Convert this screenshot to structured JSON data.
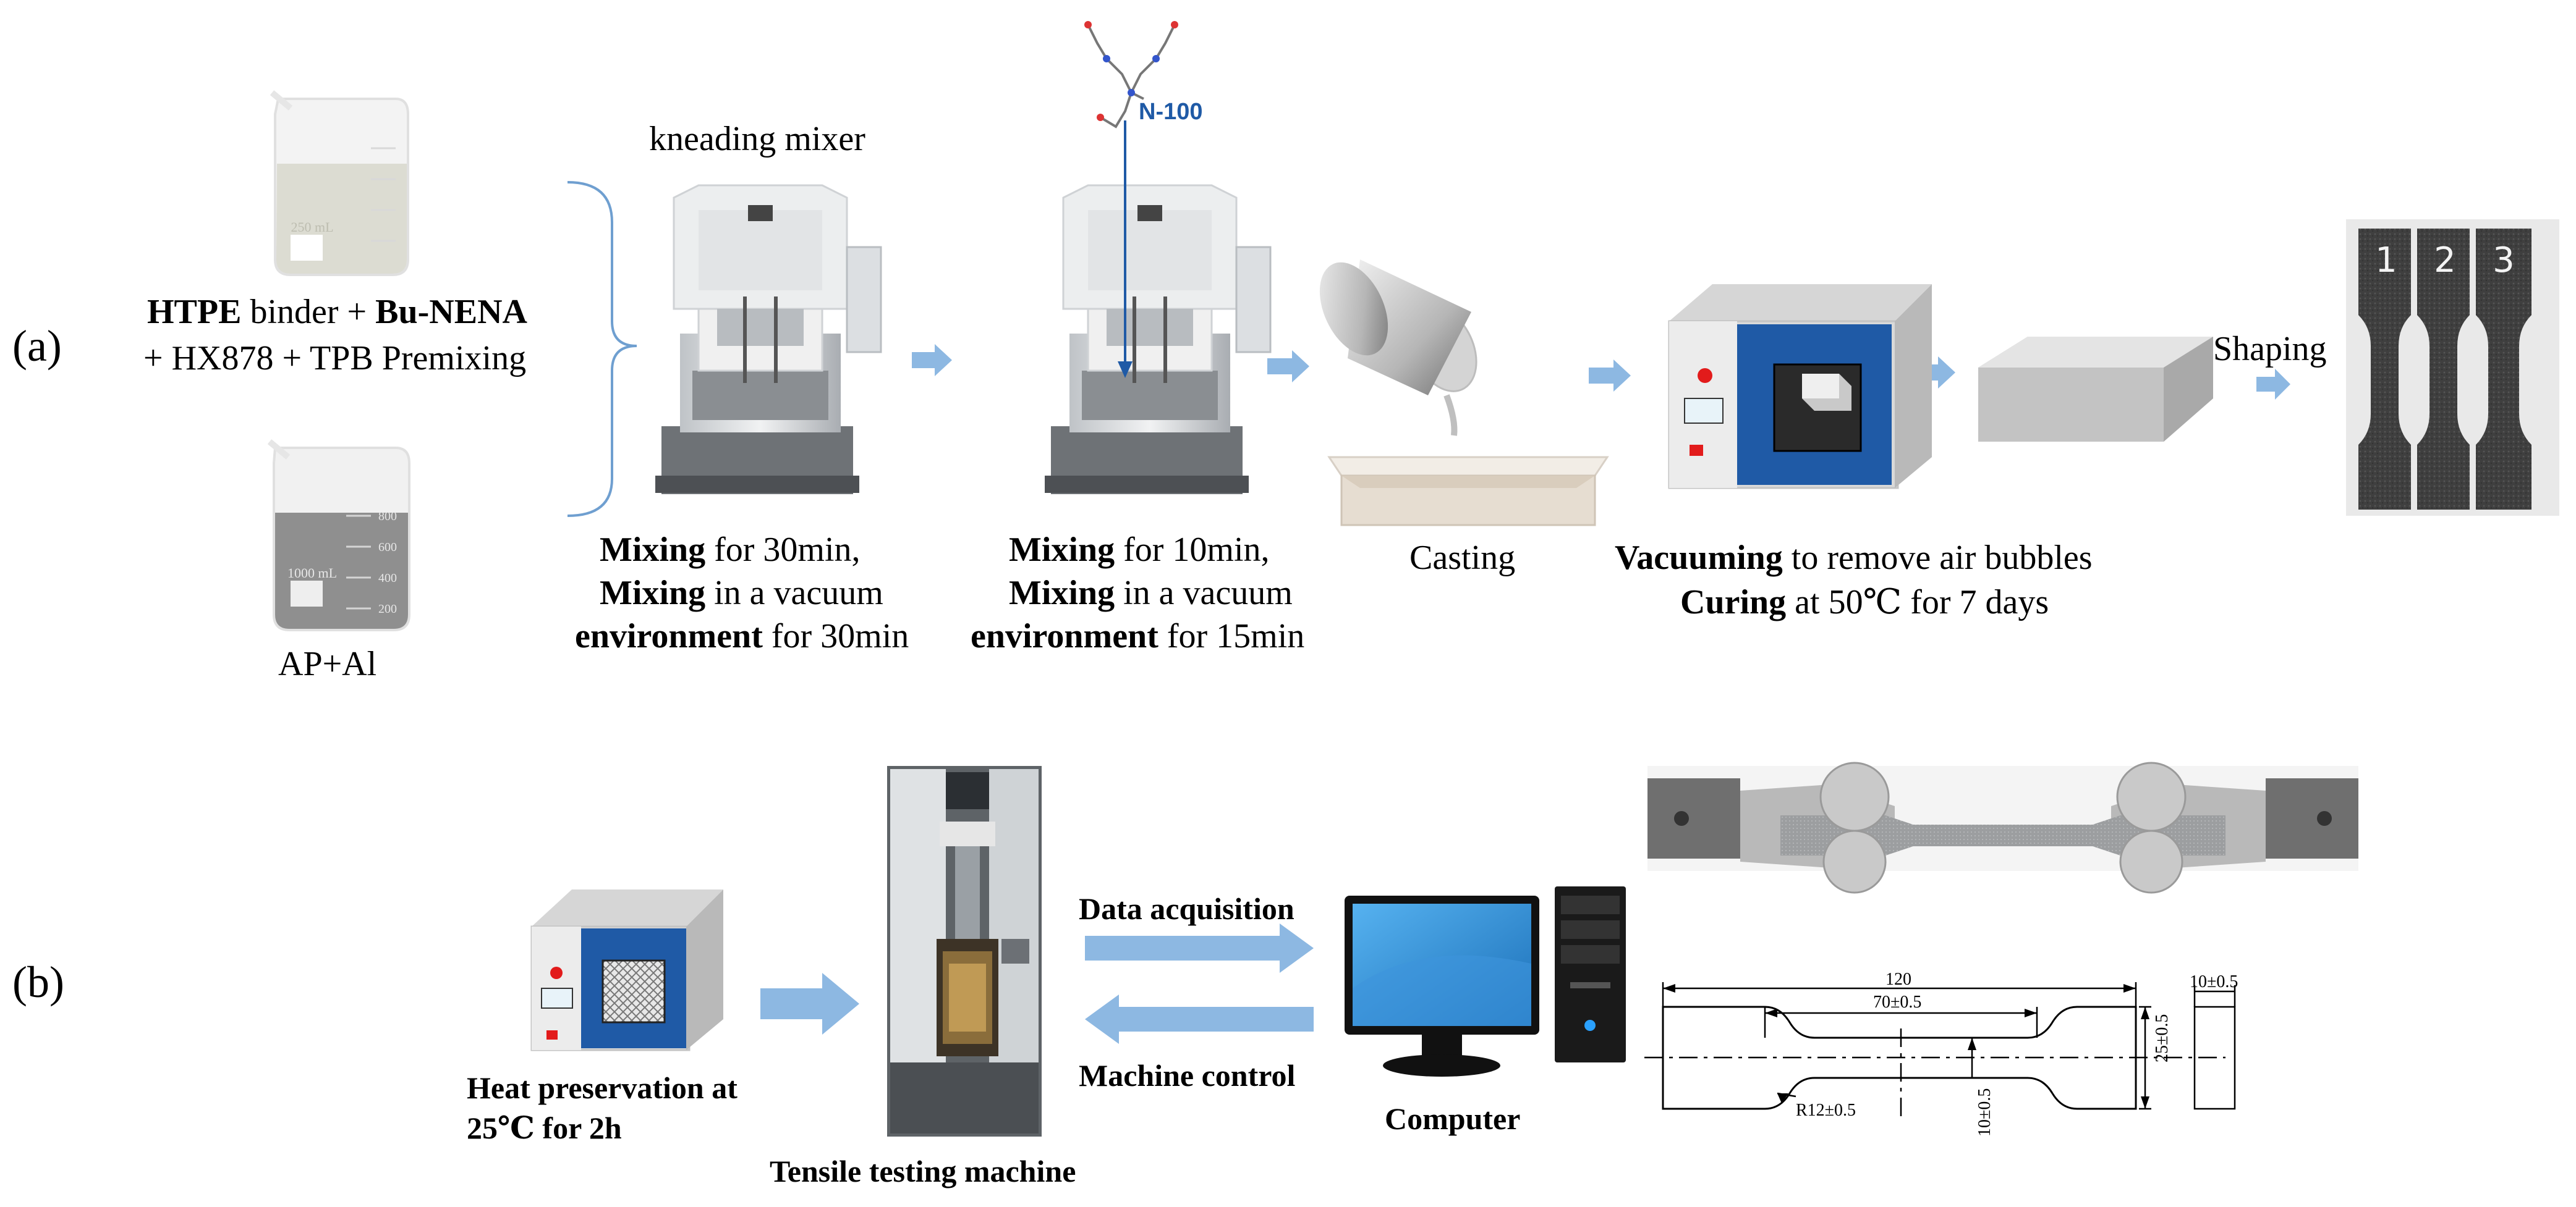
{
  "panels": {
    "a": {
      "label": "(a)",
      "premix": {
        "line1_b1": "HTPE",
        "line1_t1": " binder + ",
        "line1_b2": "Bu-NENA",
        "line2": "+ HX878 + TPB  Premixing"
      },
      "beaker_top_label": "250 mL",
      "beaker_bottom_label": "1000 mL",
      "beaker_bottom_ticks": [
        "800",
        "600",
        "400",
        "200"
      ],
      "ap_al": "AP+Al",
      "mixer_title": "kneading  mixer",
      "n100": "N-100",
      "step1": {
        "l1_b": "Mixing",
        "l1_t": " for 30min,",
        "l2_b": "Mixing",
        "l2_t": " in a vacuum",
        "l3_b": "environment",
        "l3_t": " for 30min"
      },
      "step2": {
        "l1_b": "Mixing",
        "l1_t": " for 10min,",
        "l2_b": "Mixing",
        "l2_t": " in a vacuum",
        "l3_b": "environment",
        "l3_t": " for 15min"
      },
      "casting": "Casting",
      "vacuum": {
        "l1_b": "Vacuuming",
        "l1_t": " to remove air bubbles",
        "l2_b": "Curing",
        "l2_t": " at 50℃ for 7 days"
      },
      "shaping": "Shaping",
      "specimen_numbers": [
        "1",
        "2",
        "3"
      ]
    },
    "b": {
      "label": "(b)",
      "heat": {
        "l1": "Heat preservation at",
        "l2": "25℃ for 2h"
      },
      "tensile": "Tensile testing machine",
      "data_acq": "Data acquisition",
      "machine_ctrl": "Machine control",
      "computer": "Computer",
      "drawing": {
        "len_total": "120",
        "len_gauge": "70±0.5",
        "thickness": "10±0.5",
        "width": "25±0.5",
        "neck": "10±0.5",
        "radius": "R12±0.5"
      }
    }
  },
  "colors": {
    "arrow": "#8db8e2",
    "bracket": "#6f9fd0",
    "oven_blue": "#1f5aa6",
    "propellant": "#4a4a4a",
    "block": "#c9c9c9",
    "monitor": "#2a8ad8"
  }
}
